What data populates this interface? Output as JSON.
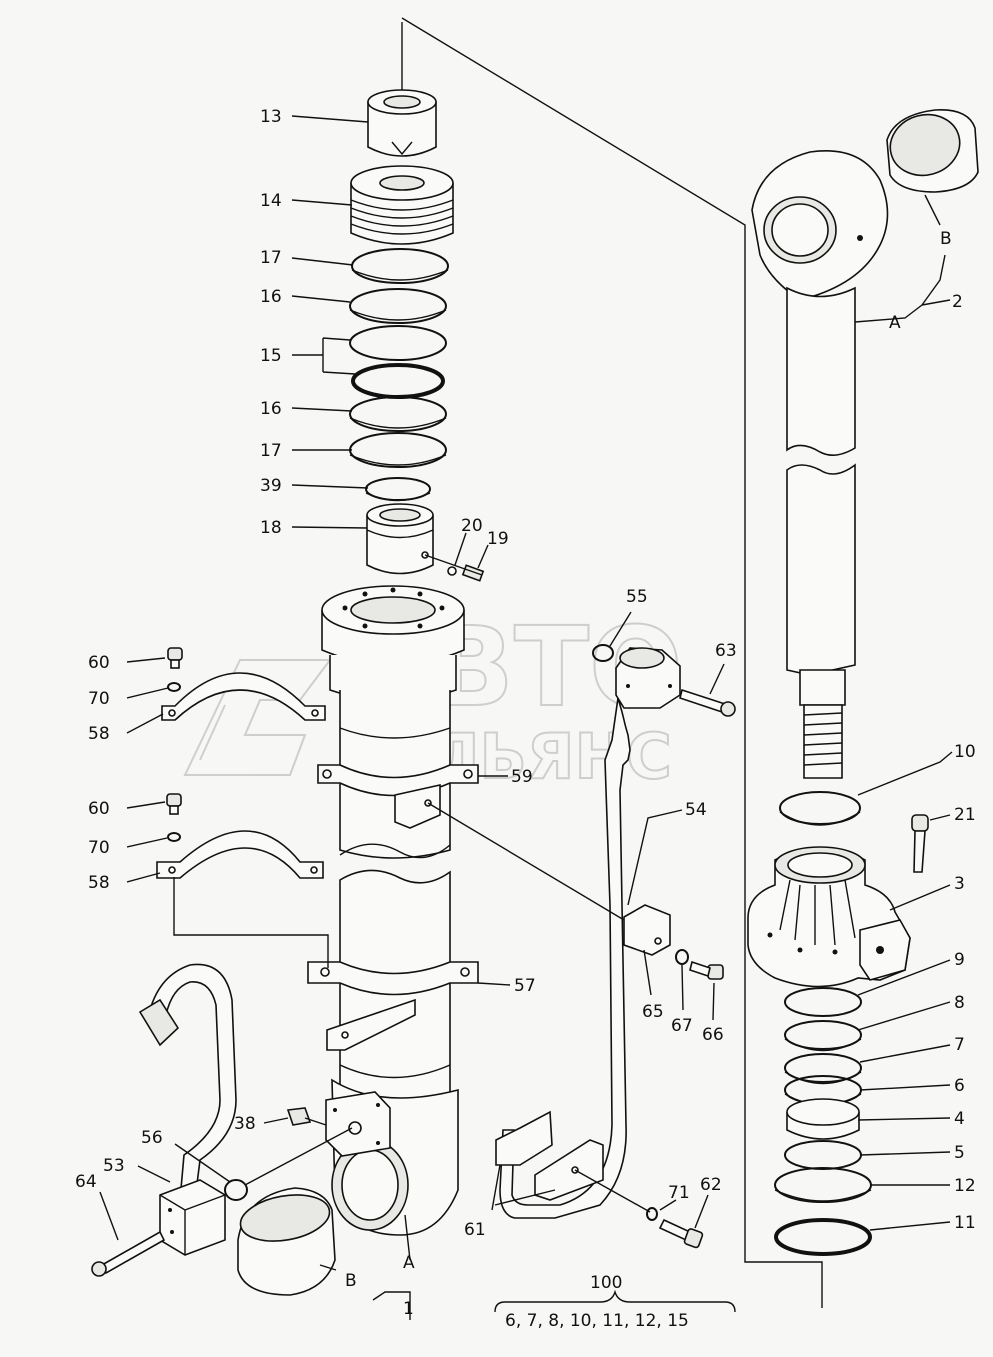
{
  "labels": {
    "p13": "13",
    "p14": "14",
    "p17a": "17",
    "p16a": "16",
    "p15": "15",
    "p16b": "16",
    "p17b": "17",
    "p39": "39",
    "p18": "18",
    "p20": "20",
    "p19": "19",
    "p60a": "60",
    "p70a": "70",
    "p58a": "58",
    "p59": "59",
    "p60b": "60",
    "p70b": "70",
    "p58b": "58",
    "p57": "57",
    "p56": "56",
    "p53": "53",
    "p64": "64",
    "p38": "38",
    "pB1": "B",
    "pA1": "A",
    "p1": "1",
    "p55": "55",
    "p63": "63",
    "p54": "54",
    "p65": "65",
    "p67": "67",
    "p66": "66",
    "p61": "61",
    "p71": "71",
    "p62": "62",
    "p2": "2",
    "pB2": "B",
    "pA2": "A",
    "p10": "10",
    "p21": "21",
    "p3": "3",
    "p9": "9",
    "p8": "8",
    "p7": "7",
    "p6": "6",
    "p4": "4",
    "p5": "5",
    "p12": "12",
    "p11": "11"
  },
  "kit": {
    "number": "100",
    "contents": "6, 7, 8, 10, 11, 12, 15"
  },
  "watermark": {
    "line1": "АВТО",
    "line2": "АЛЬЯНС"
  }
}
